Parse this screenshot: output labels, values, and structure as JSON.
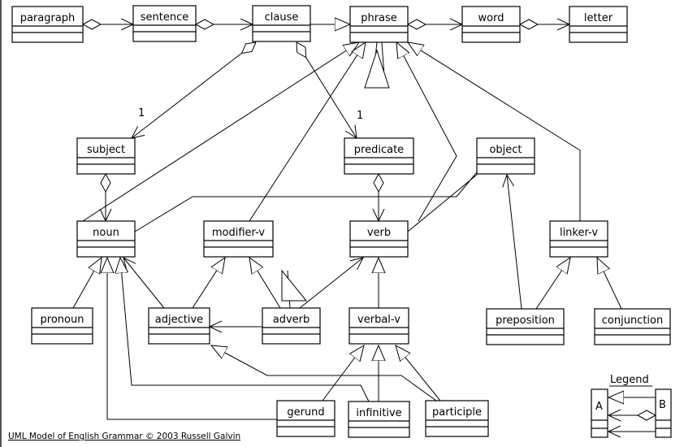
{
  "classes": {
    "paragraph": "paragraph",
    "sentence": "sentence",
    "clause": "clause",
    "phrase": "phrase",
    "word": "word",
    "letter": "letter",
    "subject": "subject",
    "predicate": "predicate",
    "object": "object",
    "noun": "noun",
    "modifier_v": "modifier-v",
    "verb": "verb",
    "linker_v": "linker-v",
    "pronoun": "pronoun",
    "adjective": "adjective",
    "adverb": "adverb",
    "verbal_v": "verbal-v",
    "preposition": "preposition",
    "conjunction": "conjunction",
    "gerund": "gerund",
    "infinitive": "infinitive",
    "participle": "participle"
  },
  "multiplicities": {
    "clause_subject": "1",
    "clause_predicate": "1"
  },
  "legend": {
    "title": "Legend",
    "a": "A",
    "b": "B"
  },
  "footer": "UML Model of English Grammar © 2003 Russell Galvin"
}
